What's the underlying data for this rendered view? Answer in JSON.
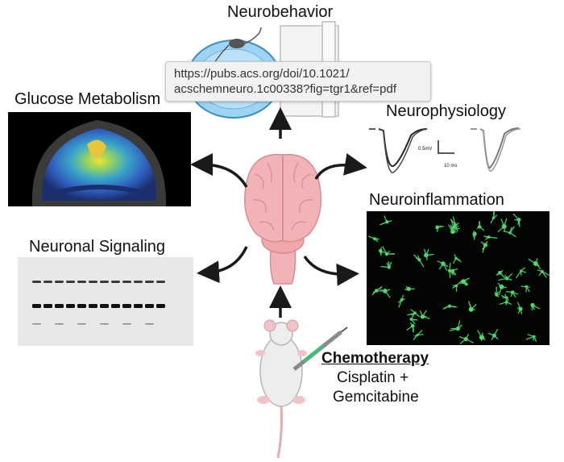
{
  "labels": {
    "neurobehavior": "Neurobehavior",
    "glucose": "Glucose Metabolism",
    "neurophysiology": "Neurophysiology",
    "neuroinflammation": "Neuroinflammation",
    "signaling": "Neuronal Signaling"
  },
  "chemo": {
    "title": "Chemotherapy",
    "line1": "Cisplatin +",
    "line2": "Gemcitabine"
  },
  "trace": {
    "scale_v": "0.5mV",
    "scale_t": "10 ms"
  },
  "tooltip": {
    "line1": "https://pubs.acs.org/doi/10.1021/",
    "line2": "acschemneuro.1c00338?fig=tgr1&ref=pdf"
  },
  "colors": {
    "brain": "#f2b3b6",
    "brain_outline": "#d98c92",
    "arrow": "#1a1a1a",
    "microglia": "#4cd36a"
  }
}
